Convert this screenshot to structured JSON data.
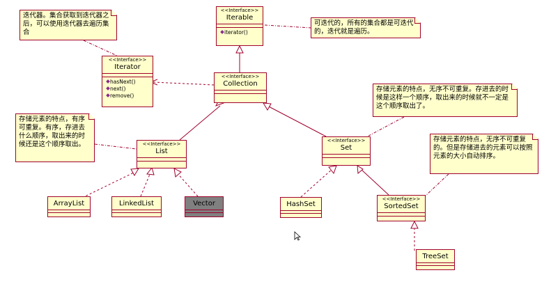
{
  "stereotype": "<<Interface>>",
  "classes": {
    "iterable": {
      "name": "Iterable",
      "ops": [
        "iterator()"
      ]
    },
    "iterator": {
      "name": "Iterator",
      "ops": [
        "hasNext()",
        "next()",
        "remove()"
      ]
    },
    "collection": {
      "name": "Collection"
    },
    "list": {
      "name": "List"
    },
    "set": {
      "name": "Set"
    },
    "sortedset": {
      "name": "SortedSet"
    }
  },
  "impls": {
    "arraylist": "ArrayList",
    "linkedlist": "LinkedList",
    "vector": "Vector",
    "hashset": "HashSet",
    "treeset": "TreeSet"
  },
  "notes": {
    "iterator_note": "迭代器。集合获取到迭代器之后，可以使用迭代器去遍历集合",
    "iterable_note": "可迭代的，所有的集合都是可迭代的，迭代就是遍历。",
    "list_note": "存储元素的特点，有序可重复。有序，存进去什么顺序，取出来的时候还是这个顺序取出。",
    "set_note": "存储元素的特点，无序不可重复。存进去的时候是这样一个顺序，取出来的时候就不一定是这个顺序取出了。",
    "sortedset_note": "存储元素的特点，无序不可重复的。但是存储进去的元素可以按照元素的大小自动排序。"
  },
  "colors": {
    "fill": "#ffffcc",
    "border": "#a0002c",
    "vector_fill": "#808080",
    "op_icon": "#8a2b8f"
  }
}
